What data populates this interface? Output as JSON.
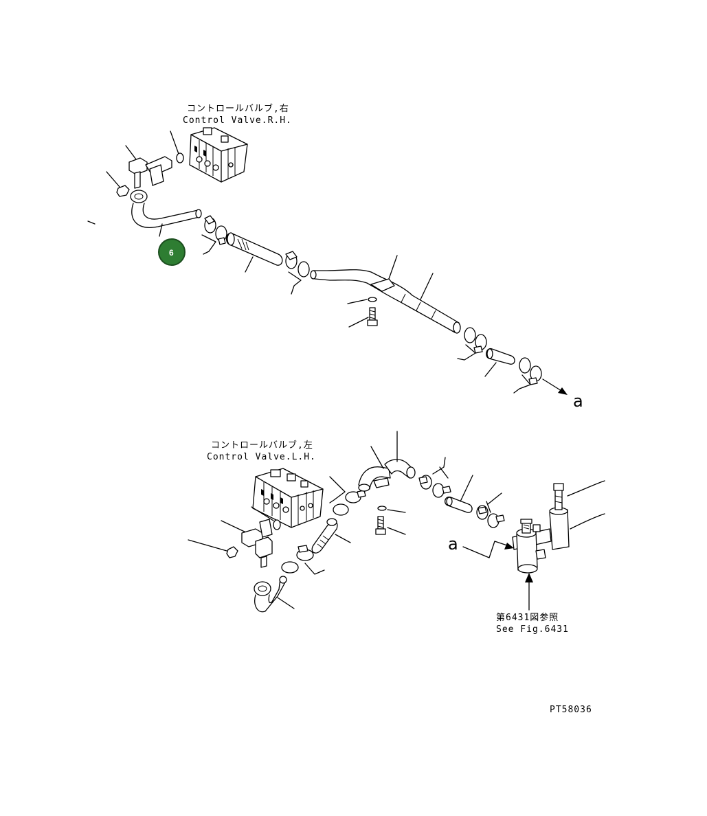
{
  "labels": {
    "valve_rh_jp": "コントロールバルブ,右",
    "valve_rh_en": "Control Valve.R.H.",
    "valve_lh_jp": "コントロールバルブ,左",
    "valve_lh_en": "Control Valve.L.H.",
    "ref_jp": "第6431図参照",
    "ref_en": "See Fig.6431",
    "a_upper": "a",
    "a_lower": "a",
    "figure_code": "PT58036"
  },
  "callout": {
    "number": "6",
    "color": "#2e7d32"
  }
}
